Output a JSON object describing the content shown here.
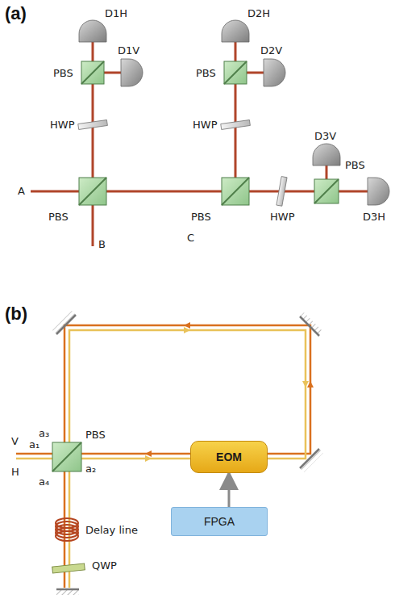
{
  "diagram": {
    "nodes": [
      {
        "text": [
          "EOM"
        ]
      },
      {
        "text": [
          "FPGA"
        ]
      }
    ],
    "edges": [
      {
        "from": 1,
        "to": 0,
        "arrow": "to"
      }
    ],
    "labels": [
      "(a)",
      "D1H",
      "D2H",
      "D1V",
      "D2V",
      "PBS",
      "PBS",
      "D3V",
      "HWP",
      "HWP",
      "A",
      "PBS",
      "PBS",
      "HWP",
      "PBS",
      "D3H",
      "B",
      "C",
      "(b)",
      "V",
      "a₁",
      "a₃",
      "PBS",
      "H",
      "a₄",
      "a₂",
      "Delay line",
      "QWP"
    ]
  }
}
